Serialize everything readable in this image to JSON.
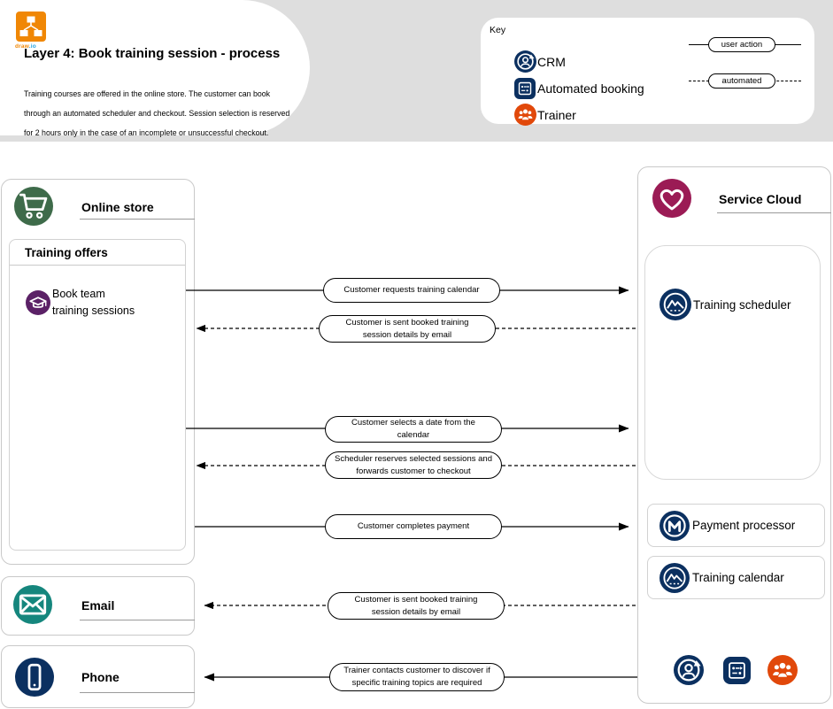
{
  "colors": {
    "band_gray": "#dedede",
    "navy": "#0b3060",
    "green": "#3e6b4a",
    "purple": "#5b2166",
    "maroon": "#9b1b55",
    "teal": "#15867d",
    "orange": "#e1480a",
    "drawio_orange": "#f08705",
    "drawio_blue": "#22a2e0"
  },
  "header": {
    "logo_brand": "draw",
    "logo_tld": ".io",
    "title": "Layer 4: Book training session - process",
    "description_lines": [
      "Training courses are offered in the online store. The customer can book",
      "through an automated scheduler and checkout. Session selection is reserved",
      "for 2 hours only in the case of an incomplete or unsuccessful checkout."
    ]
  },
  "key": {
    "label": "Key",
    "items": [
      {
        "icon": "crm-icon",
        "label": "CRM"
      },
      {
        "icon": "automated-booking-icon",
        "label": "Automated booking"
      },
      {
        "icon": "trainer-icon",
        "label": "Trainer"
      }
    ],
    "line_styles": [
      {
        "style": "solid",
        "label": "user action"
      },
      {
        "style": "dashed",
        "label": "automated"
      }
    ]
  },
  "containers": {
    "online_store": {
      "title": "Online store",
      "icon": "shopping-cart-icon",
      "training_offers": {
        "title": "Training offers",
        "items": [
          {
            "icon": "graduation-cap-icon",
            "label_lines": [
              "Book team",
              "training sessions"
            ]
          }
        ]
      }
    },
    "service_cloud": {
      "title": "Service Cloud",
      "icon": "heart-icon",
      "items": [
        {
          "icon": "training-mountains-icon",
          "label": "Training scheduler"
        },
        {
          "icon": "mulesoft-icon",
          "label": "Payment processor"
        },
        {
          "icon": "training-mountains-icon",
          "label": "Training calendar"
        }
      ],
      "actor_icons": [
        "crm-icon",
        "automated-booking-icon",
        "trainer-icon"
      ]
    },
    "email": {
      "title": "Email",
      "icon": "envelope-icon"
    },
    "phone": {
      "title": "Phone",
      "icon": "smartphone-icon"
    }
  },
  "arrows": [
    {
      "label": "Customer requests training calendar",
      "line": "solid",
      "direction": "right"
    },
    {
      "label": "Customer is sent booked training session details by email",
      "line": "dashed",
      "direction": "left"
    },
    {
      "label": "Customer selects a date from the calendar",
      "line": "solid",
      "direction": "right"
    },
    {
      "label": "Scheduler reserves selected sessions and forwards customer to checkout",
      "line": "dashed",
      "direction": "left"
    },
    {
      "label": "Customer completes payment",
      "line": "solid",
      "direction": "right"
    },
    {
      "label": "Customer is sent booked training session details by email",
      "line": "dashed",
      "direction": "left"
    },
    {
      "label": "Trainer contacts customer to discover if specific training topics are required",
      "line": "solid",
      "direction": "left"
    }
  ]
}
